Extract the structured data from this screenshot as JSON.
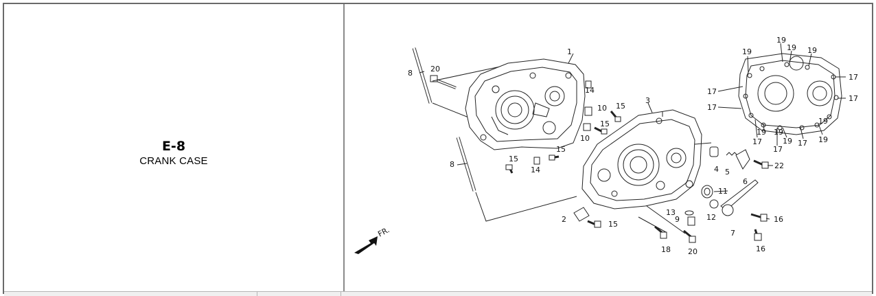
{
  "section": {
    "code": "E-8",
    "title": "CRANK CASE"
  },
  "diagram": {
    "direction_label": "FR.",
    "callouts": [
      "1",
      "2",
      "3",
      "4",
      "5",
      "6",
      "7",
      "8",
      "8",
      "9",
      "10",
      "10",
      "11",
      "12",
      "13",
      "14",
      "14",
      "15",
      "15",
      "15",
      "15",
      "15",
      "16",
      "16",
      "17",
      "17",
      "17",
      "17",
      "17",
      "17",
      "17",
      "18",
      "19",
      "19",
      "19",
      "19",
      "19",
      "19",
      "19",
      "19",
      "19",
      "20",
      "20",
      "22"
    ]
  }
}
